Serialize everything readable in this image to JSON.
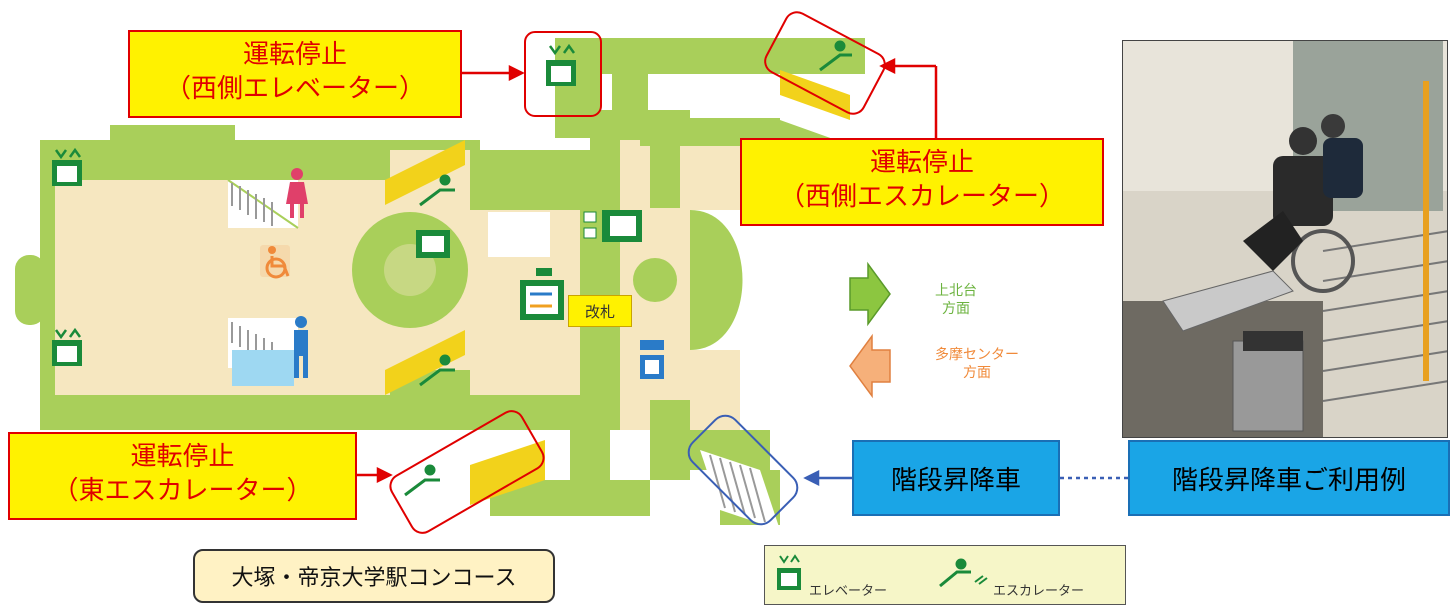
{
  "callouts": {
    "west_elevator": {
      "line1": "運転停止",
      "line2": "（西側エレベーター）"
    },
    "west_escalator": {
      "line1": "運転停止",
      "line2": "（西側エスカレーター）"
    },
    "east_escalator": {
      "line1": "運転停止",
      "line2": "（東エスカレーター）"
    }
  },
  "gate_label": "改札",
  "directions": {
    "kamikitadai": {
      "line1": "上北台",
      "line2": "方面",
      "color": "#6cb33f"
    },
    "tama_center": {
      "line1": "多摩センター",
      "line2": "方面",
      "color": "#f08a3a"
    }
  },
  "stair_lift_label": "階段昇降車",
  "stair_lift_example_label": "階段昇降車ご利用例",
  "station_name": "大塚・帝京大学駅コンコース",
  "legend": {
    "elevator": "エレベーター",
    "escalator": "エスカレーター"
  },
  "colors": {
    "floor_green": "#a9cf5a",
    "concourse_beige": "#f6e7c0",
    "accent_red": "#e00000",
    "label_yellow": "#fff200",
    "icon_green": "#1a8a3a",
    "stair_lift_blue": "#1aa5e6"
  }
}
